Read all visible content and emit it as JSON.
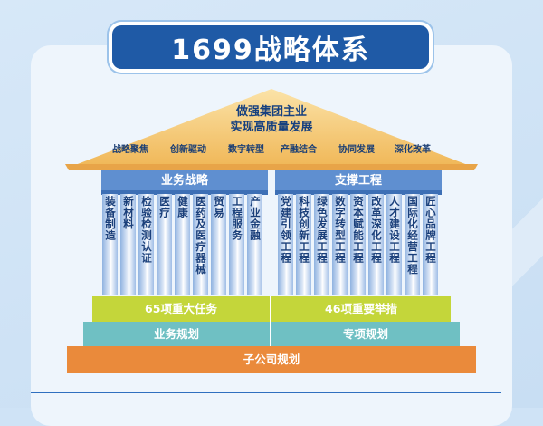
{
  "title": "1699战略体系",
  "roof": {
    "line1": "做强集团主业",
    "line2": "实现高质量发展",
    "tags": [
      "战略聚焦",
      "创新驱动",
      "数字转型",
      "产融结合",
      "协同发展",
      "深化改革"
    ]
  },
  "beams": {
    "left": "业务战略",
    "right": "支撑工程"
  },
  "pillars_left": [
    "装备制造",
    "新材料",
    "检验检测认证",
    "医疗",
    "健康",
    "医药及医疗器械",
    "贸易",
    "工程服务",
    "产业金融"
  ],
  "pillars_right": [
    "党建引领工程",
    "科技创新工程",
    "绿色发展工程",
    "数字转型工程",
    "资本赋能工程",
    "改革深化工程",
    "人才建设工程",
    "国际化经营工程",
    "匠心品牌工程"
  ],
  "steps": {
    "tier1_left": "65项重大任务",
    "tier1_right": "46项重要举措",
    "tier2_left": "业务规划",
    "tier2_right": "专项规划",
    "tier3": "子公司规划"
  },
  "colors": {
    "navy": "#1f5aa6",
    "beam": "#5f8fd0",
    "tier1": "#c4d63a",
    "tier2": "#6fc0c3",
    "tier3": "#ea8a3b",
    "roof": "#f4c26a"
  }
}
